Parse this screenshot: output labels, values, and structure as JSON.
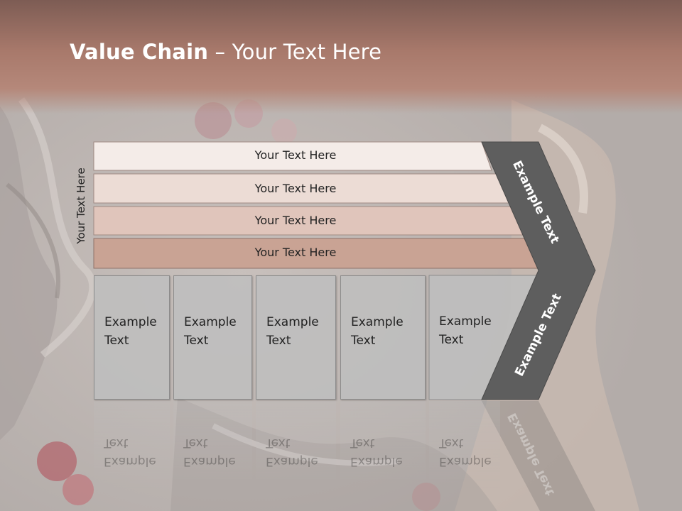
{
  "slide": {
    "title_bold": "Value Chain",
    "title_rest": " – Your Text Here",
    "vertical_label": "Your Text Here",
    "rows": [
      {
        "label": "Your Text Here",
        "color": "#f4ece8"
      },
      {
        "label": "Your Text Here",
        "color": "#ecdcd5"
      },
      {
        "label": "Your Text Here",
        "color": "#e0c5bb"
      },
      {
        "label": "Your Text Here",
        "color": "#c9a394"
      }
    ],
    "columns": [
      {
        "line1": "Example",
        "line2": "Text"
      },
      {
        "line1": "Example",
        "line2": "Text"
      },
      {
        "line1": "Example",
        "line2": "Text"
      },
      {
        "line1": "Example",
        "line2": "Text"
      },
      {
        "line1": "Example",
        "line2": "Text"
      }
    ],
    "arrow_upper": "Example Text",
    "arrow_lower": "Example Text",
    "arrow_color": "#5e5e5e"
  }
}
